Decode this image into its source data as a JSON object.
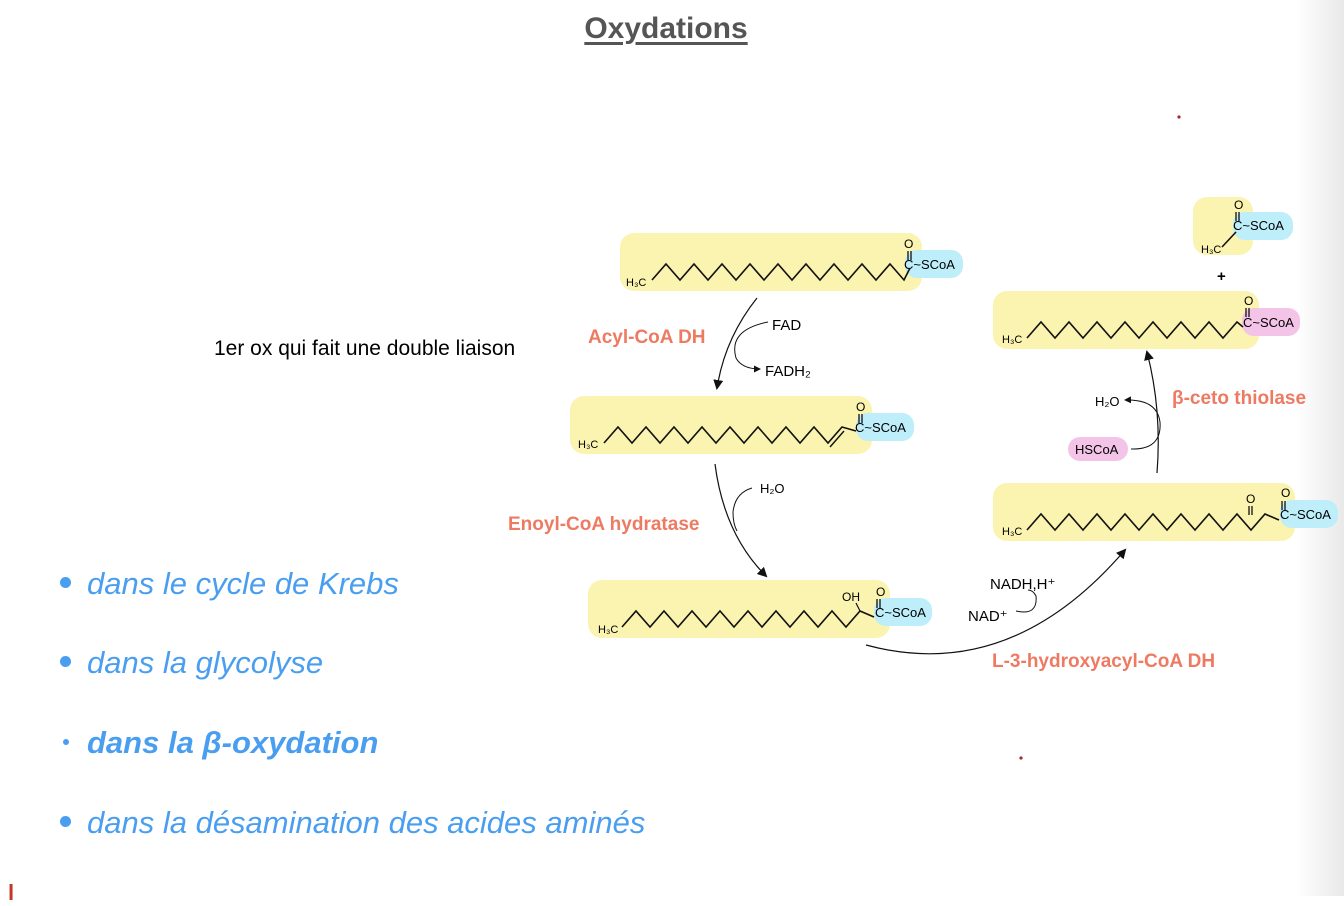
{
  "title": "Oxydations",
  "annotation": "1er ox qui fait une double liaison",
  "bullets": [
    "dans le cycle de Krebs",
    "dans la glycolyse",
    "dans la β-oxydation",
    "dans la désamination des acides aminés"
  ],
  "cut_text": "l",
  "diagram": {
    "enzymes": {
      "acyl_coa_dh": "Acyl-CoA DH",
      "enoyl_coa_hydratase": "Enoyl-CoA hydratase",
      "hydroxyacyl_dh": "L-3-hydroxyacyl-CoA DH",
      "thiolase": "β-ceto thiolase"
    },
    "cofactors": {
      "fad": "FAD",
      "fadh2": "FADH₂",
      "h2o_1": "H₂O",
      "nadh": "NADH,H⁺",
      "nad": "NAD⁺",
      "h2o_2": "H₂O",
      "hscoa": "HSCoA"
    },
    "molecule_labels": {
      "h3c": "H₃C",
      "scoa": "C~SCoA",
      "oxo": "O",
      "oh": "OH",
      "plus": "+"
    },
    "colors": {
      "chain_bg": "#fbf3b0",
      "coa_bg": "#bdeefa",
      "hscoa_bg": "#f3c4e8",
      "enzyme": "#ee7a62"
    }
  }
}
